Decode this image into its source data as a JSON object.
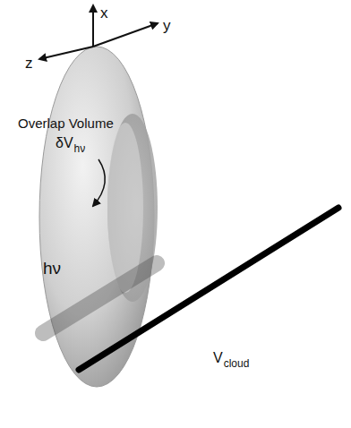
{
  "diagram": {
    "labels": [
      "x",
      "y",
      "z",
      "Overlap Volume",
      "δV",
      "hν",
      "hν",
      "V",
      "cloud"
    ]
  }
}
